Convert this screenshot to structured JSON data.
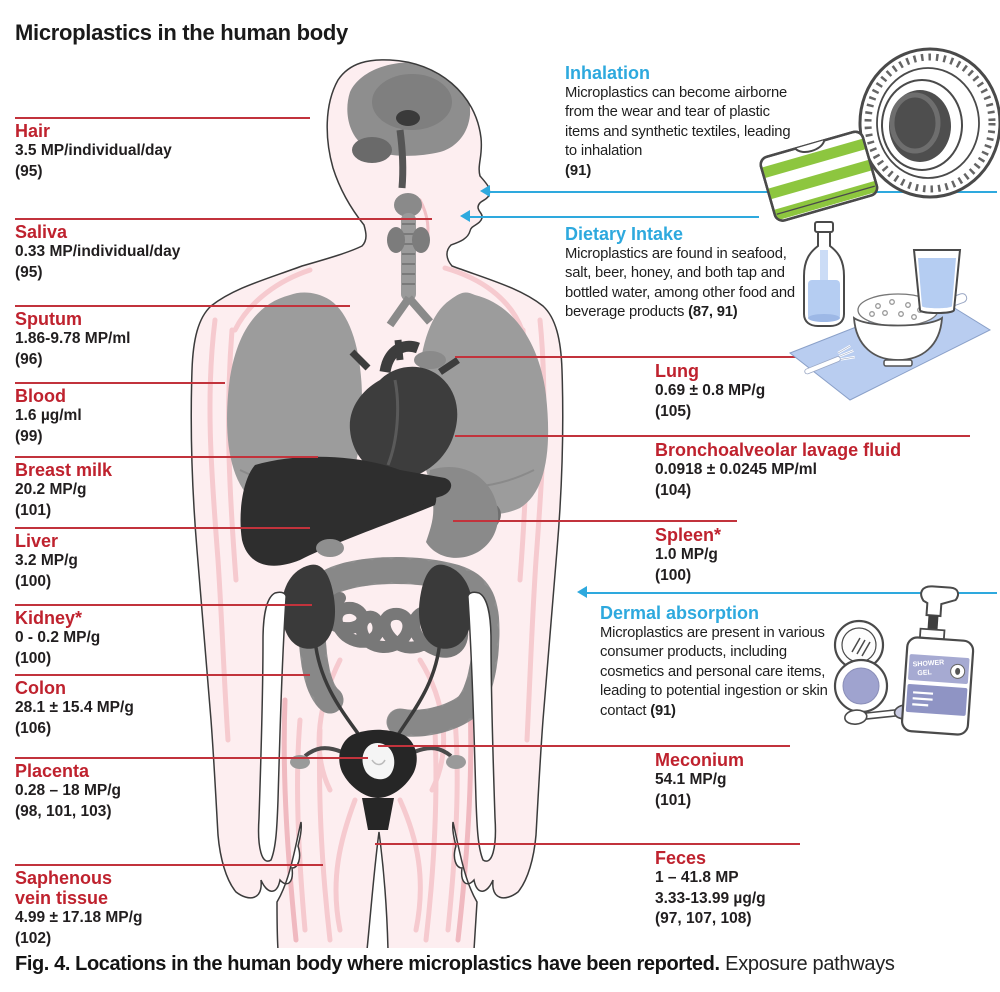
{
  "title": "Microplastics in the human body",
  "caption": {
    "bold": "Fig. 4. Locations in the human body where microplastics have been reported.",
    "regular": "Exposure pathways"
  },
  "colors": {
    "heading_red": "#bf222e",
    "leader_red": "#c2333c",
    "pathway_blue": "#2ea9de",
    "body_pink": "#fdeef0",
    "vessel_pink": "#f5c6cb",
    "organ_gray": "#9c9c9c",
    "organ_dark": "#3d3d3d",
    "accent_green": "#8dc63f",
    "accent_lavender": "#a6aad2",
    "accent_lightblue": "#b9cdf0"
  },
  "left_labels": [
    {
      "name": "Hair",
      "values": [
        "3.5 MP/individual/day",
        "(95)"
      ]
    },
    {
      "name": "Saliva",
      "values": [
        "0.33 MP/individual/day",
        "(95)"
      ]
    },
    {
      "name": "Sputum",
      "values": [
        "1.86-9.78 MP/ml",
        "(96)"
      ]
    },
    {
      "name": "Blood",
      "values": [
        "1.6 µg/ml",
        "(99)"
      ]
    },
    {
      "name": "Breast milk",
      "values": [
        "20.2 MP/g",
        "(101)"
      ]
    },
    {
      "name": "Liver",
      "values": [
        "3.2 MP/g",
        "(100)"
      ]
    },
    {
      "name": "Kidney*",
      "values": [
        "0 - 0.2 MP/g",
        "(100)"
      ]
    },
    {
      "name": "Colon",
      "values": [
        "28.1 ± 15.4 MP/g",
        "(106)"
      ]
    },
    {
      "name": "Placenta",
      "values": [
        "0.28 – 18 MP/g",
        "(98, 101, 103)"
      ]
    },
    {
      "name": "Saphenous vein tissue",
      "values": [
        "4.99 ± 17.18 MP/g",
        "(102)"
      ]
    }
  ],
  "right_labels": [
    {
      "name": "Lung",
      "values": [
        "0.69 ± 0.8 MP/g",
        "(105)"
      ]
    },
    {
      "name": "Bronchoalveolar lavage fluid",
      "values": [
        "0.0918 ± 0.0245 MP/ml",
        "(104)"
      ]
    },
    {
      "name": "Spleen*",
      "values": [
        "1.0 MP/g",
        "(100)"
      ]
    },
    {
      "name": "Meconium",
      "values": [
        "54.1 MP/g",
        "(101)"
      ]
    },
    {
      "name": "Feces",
      "values": [
        "1 – 41.8 MP",
        "3.33-13.99 µg/g",
        "(97, 107, 108)"
      ]
    }
  ],
  "pathways": [
    {
      "title": "Inhalation",
      "text": "Microplastics can become airborne from the wear and tear of plastic items and synthetic textiles, leading to inhalation",
      "refs": "(91)"
    },
    {
      "title": "Dietary Intake",
      "text": "Microplastics are found in seafood, salt, beer, honey, and both tap and bottled water, among other food and beverage products",
      "refs": "(87, 91)"
    },
    {
      "title": "Dermal absorption",
      "text": "Microplastics are present in various consumer products, including cosmetics and personal care items, leading to potential ingestion or skin contact",
      "refs": "(91)"
    }
  ],
  "illustrations": {
    "shower_gel_line1": "SHOWER",
    "shower_gel_line2": "GEL"
  }
}
